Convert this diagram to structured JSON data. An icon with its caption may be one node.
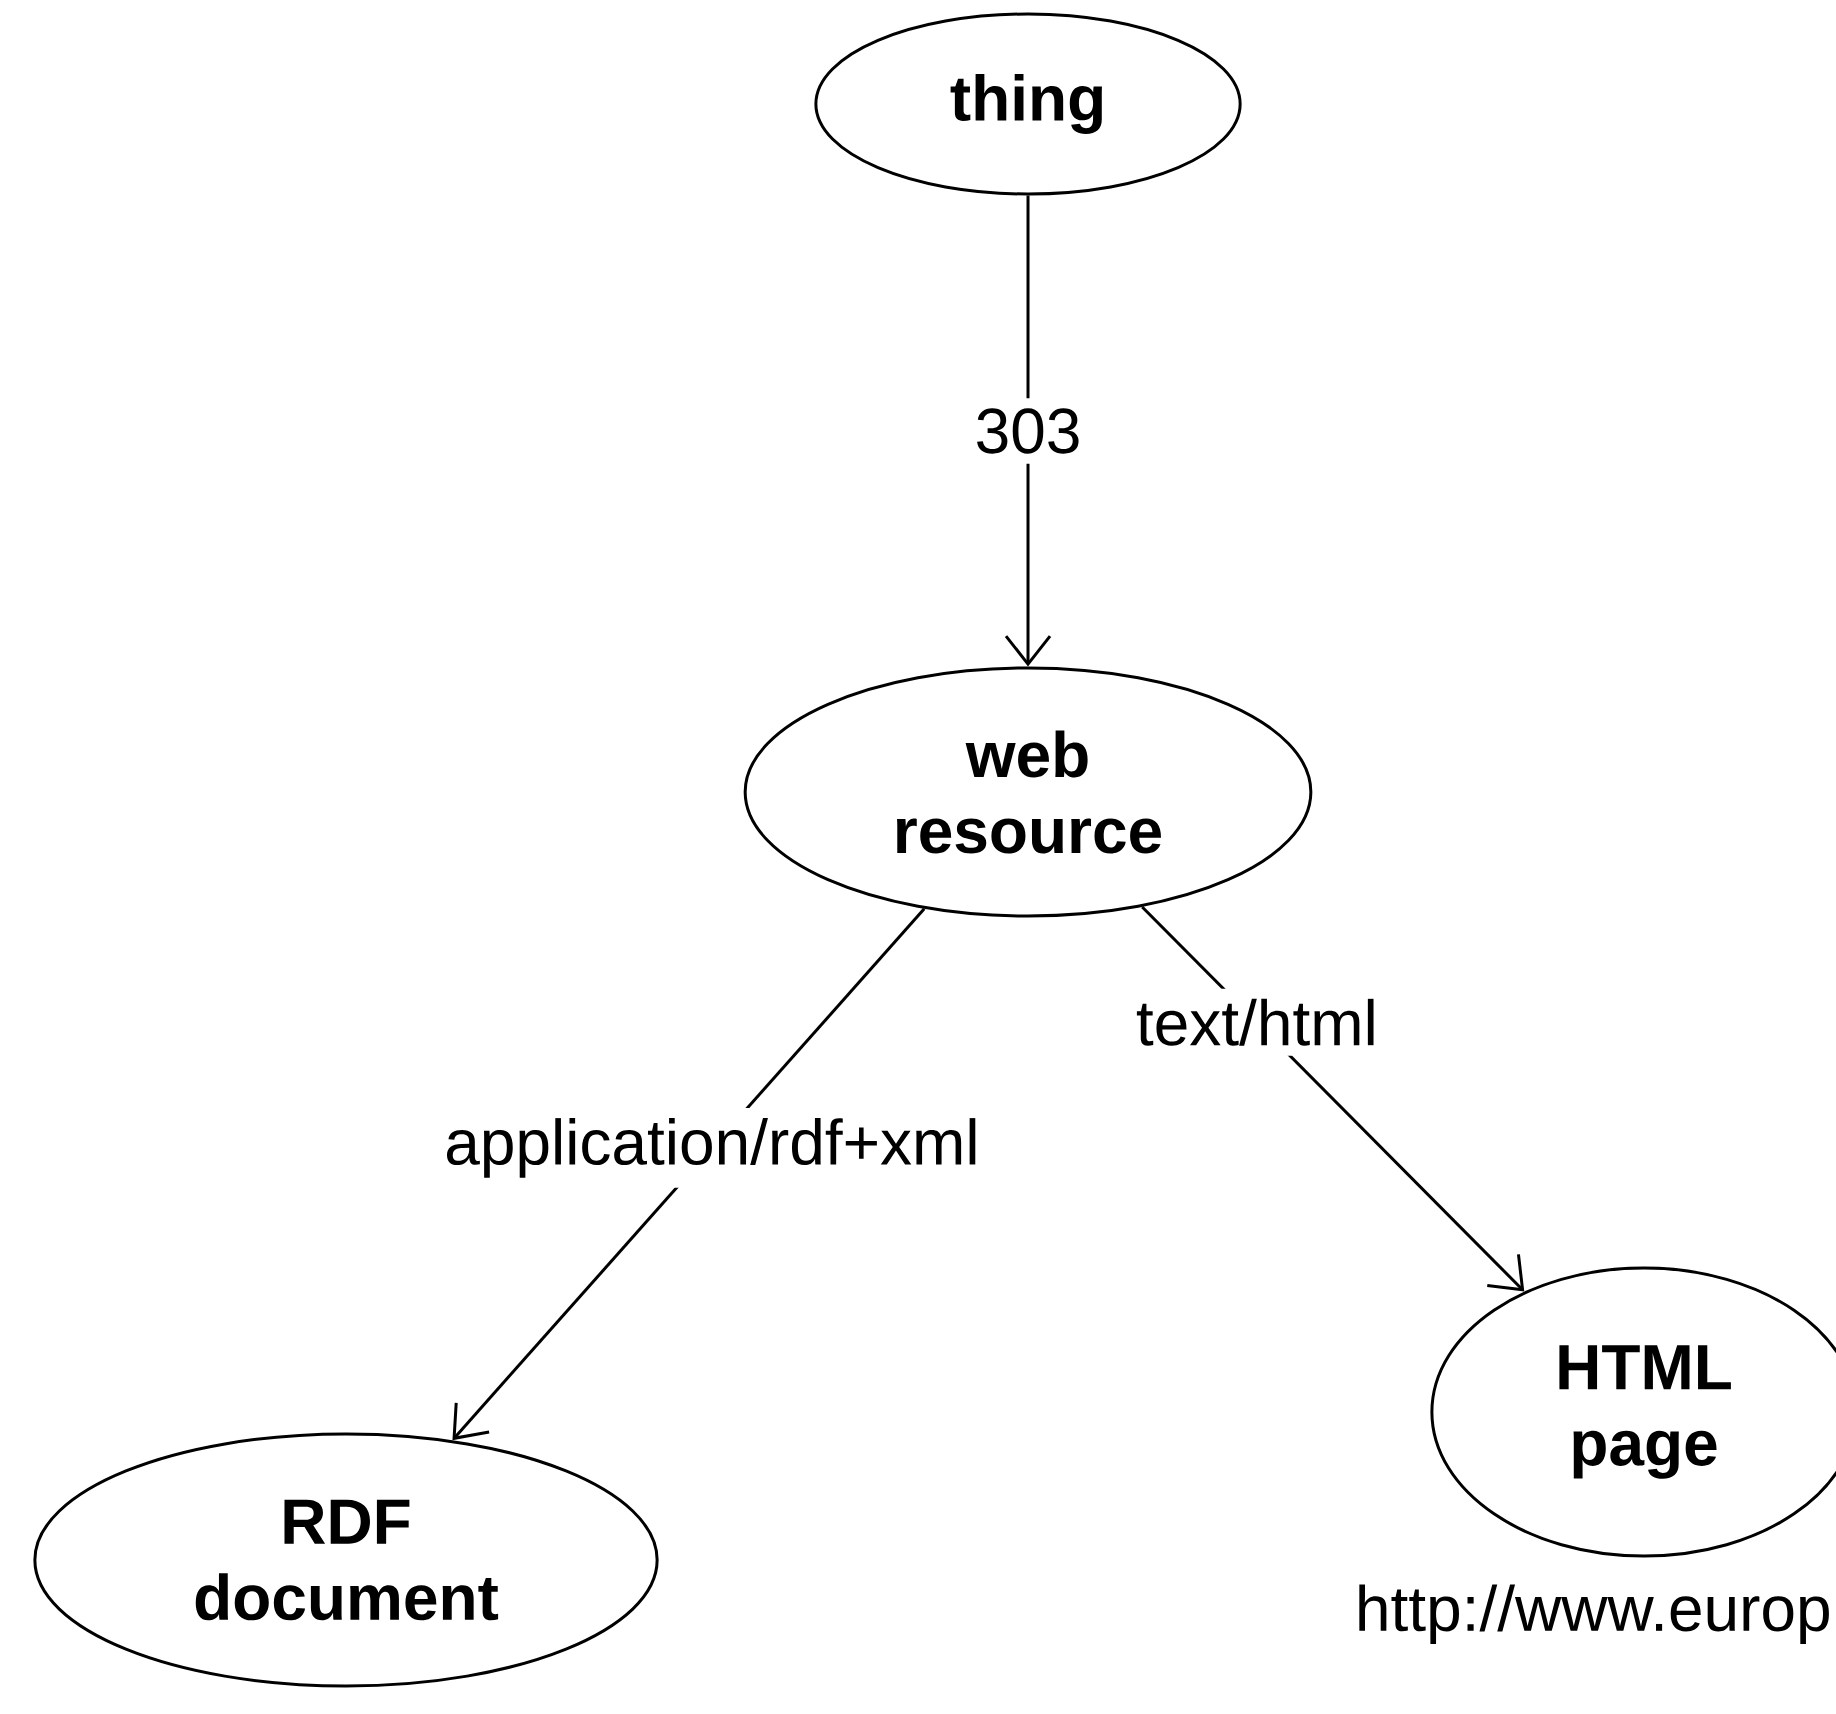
{
  "diagram": {
    "nodes": [
      {
        "text": [
          "thing"
        ]
      },
      {
        "text": [
          "web resource"
        ]
      },
      {
        "text": [
          "RDF document"
        ]
      },
      {
        "text": [
          "HTML page"
        ],
        "beside": [
          "http://www.europ"
        ]
      }
    ],
    "edges": [
      {
        "from": 0,
        "to": 1,
        "arrow": "to",
        "label": "303"
      },
      {
        "from": 1,
        "to": 2,
        "arrow": "to",
        "label": "application/rdf+xml"
      },
      {
        "from": 1,
        "to": 3,
        "arrow": "to",
        "label": "text/html"
      }
    ]
  }
}
